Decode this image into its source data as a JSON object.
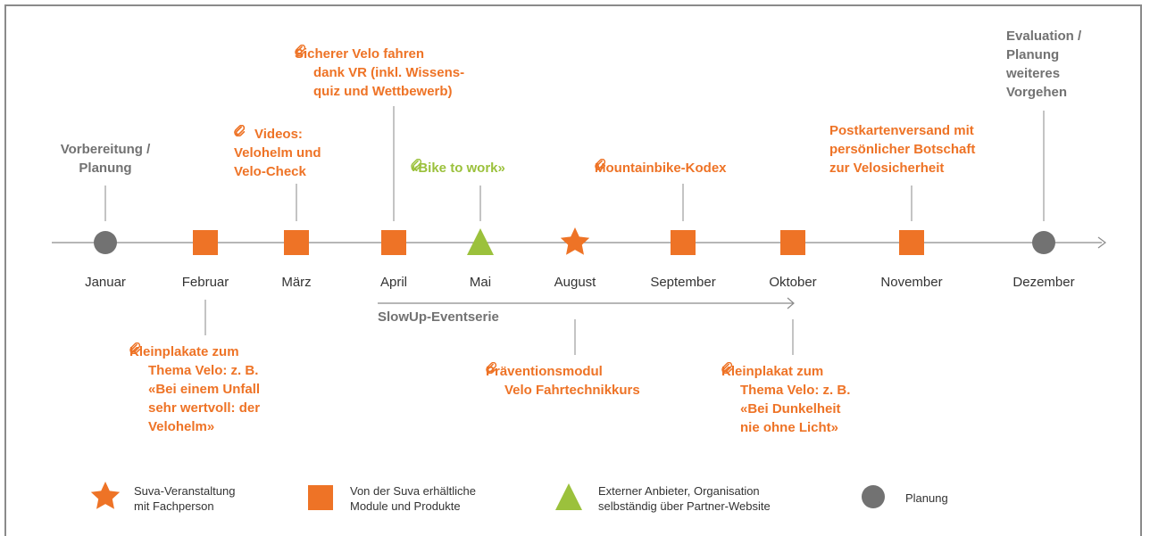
{
  "colors": {
    "orange": "#ee7326",
    "green": "#9bc13c",
    "gray": "#727272",
    "line": "#8a8a8a"
  },
  "months": [
    "Januar",
    "Februar",
    "März",
    "April",
    "Mai",
    "August",
    "September",
    "Oktober",
    "November",
    "Dezember"
  ],
  "annotations": {
    "vorbereitung": [
      "Vorbereitung /",
      "Planung"
    ],
    "videos": [
      "Videos:",
      "Velohelm und",
      "Velo-Check"
    ],
    "sicherer": [
      "Sicherer Velo fahren",
      "dank VR (inkl. Wissens-",
      "quiz und Wettbewerb)"
    ],
    "bike": [
      "«Bike to work»"
    ],
    "mountainbike": [
      "Mountainbike-Kodex"
    ],
    "postkarten": [
      "Postkartenversand mit",
      "persönlicher Botschaft",
      "zur Velosicherheit"
    ],
    "evaluation": [
      "Evaluation /",
      "Planung",
      "weiteres",
      "Vorgehen"
    ],
    "kleinplakate": [
      "Kleinplakate zum",
      "Thema Velo: z. B.",
      "«Bei einem Unfall",
      "sehr wertvoll: der",
      "Velohelm»"
    ],
    "praevention": [
      "Präventionsmodul",
      "Velo Fahrtechnikkurs"
    ],
    "kleinplakat": [
      "Kleinplakat zum",
      "Thema Velo: z. B.",
      "«Bei Dunkelheit",
      "nie ohne Licht»"
    ]
  },
  "slowup_label": "SlowUp-Eventserie",
  "legend": {
    "star": [
      "Suva-Veranstaltung",
      "mit Fachperson"
    ],
    "square": [
      "Von der Suva erhältliche",
      "Module und Produkte"
    ],
    "triangle": [
      "Externer Anbieter, Organisation",
      "selbständig über Partner-Website"
    ],
    "circle": [
      "Planung"
    ]
  }
}
